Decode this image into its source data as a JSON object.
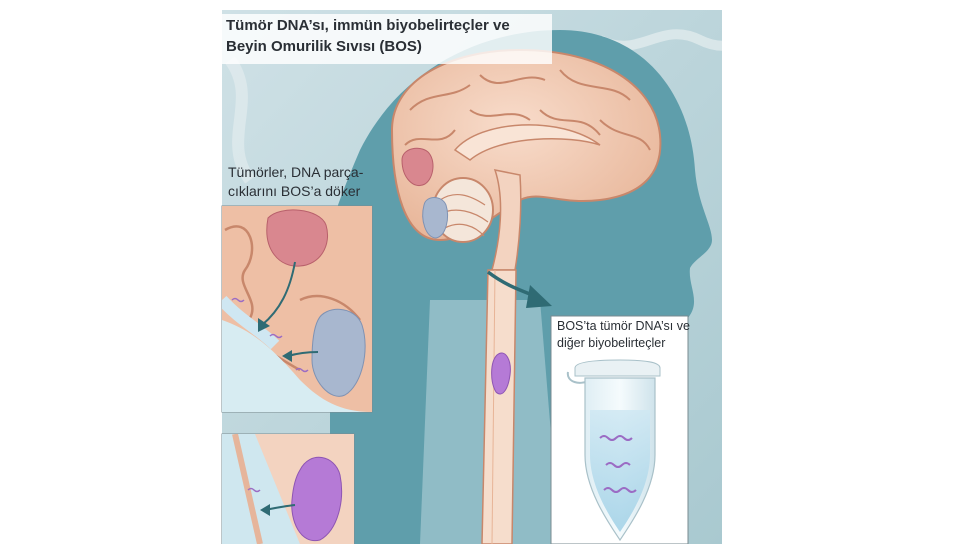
{
  "title": {
    "line1": "Tümör DNA’sı, immün biyobelirteçler ve",
    "line2": "Beyin Omurilik Sıvısı (BOS)"
  },
  "callouts": {
    "tumor_shed": {
      "line1": "Tümörler, DNA parça-",
      "line2": "cıklarını BOS’a döker"
    },
    "csf_sample": {
      "line1": "BOS’ta tümör DNA’sı ve",
      "line2": "diğer biyobelirteçler"
    }
  },
  "colors": {
    "background_teal": "#a9cfd6",
    "silhouette": "#5f9eab",
    "brain": "#f1cbb4",
    "brain_outline": "#c8876b",
    "tumor_pink": "#d9878f",
    "tumor_blue": "#a8b7cf",
    "tumor_purple": "#b57ad6",
    "arrow": "#2f6b74",
    "tube_liquid": "#cfe7f2",
    "dna_fragment": "#9b6cc4"
  }
}
